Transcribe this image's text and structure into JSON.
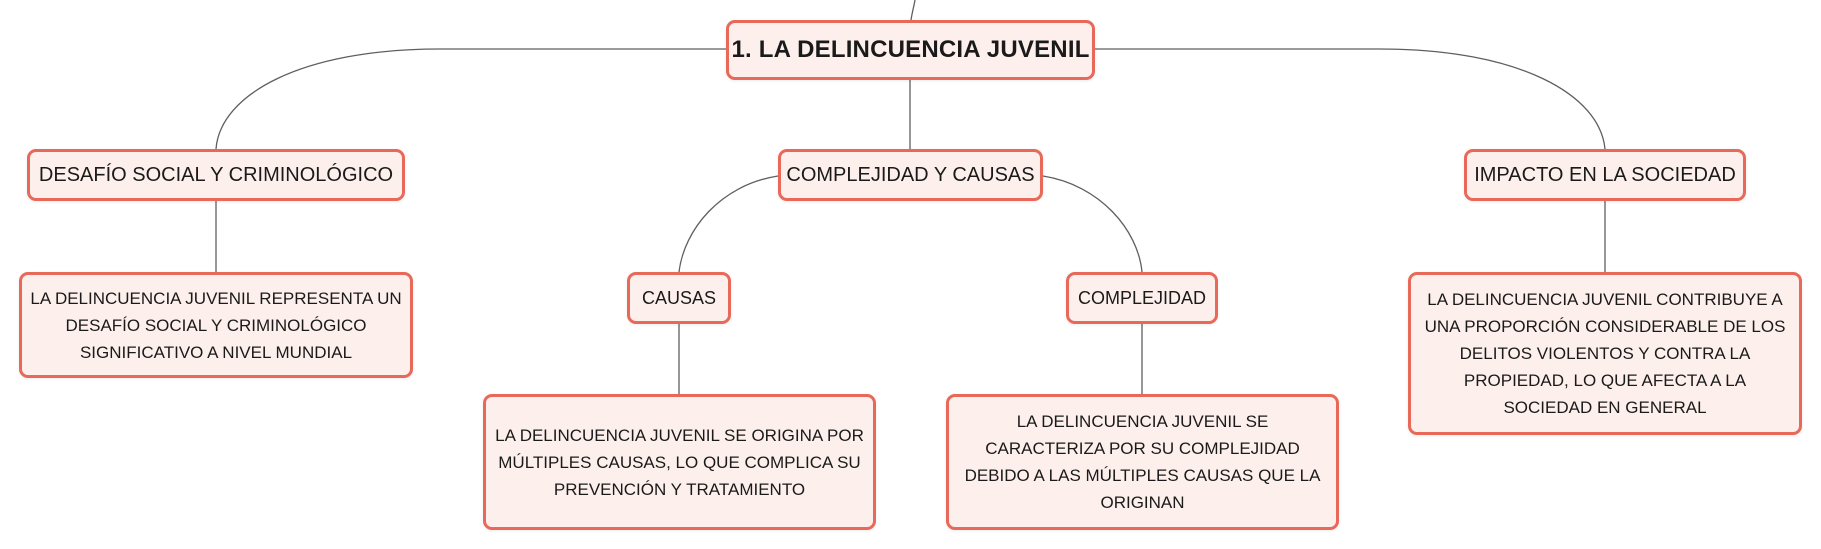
{
  "root": {
    "label": "1. LA DELINCUENCIA JUVENIL"
  },
  "topics": [
    {
      "label": "DESAFÍO SOCIAL Y CRIMINOLÓGICO",
      "detail": "LA DELINCUENCIA JUVENIL REPRESENTA UN DESAFÍO SOCIAL Y CRIMINOLÓGICO SIGNIFICATIVO A NIVEL MUNDIAL"
    },
    {
      "label": "COMPLEJIDAD Y CAUSAS",
      "children": [
        {
          "label": "CAUSAS",
          "detail": "LA DELINCUENCIA JUVENIL SE ORIGINA POR MÚLTIPLES CAUSAS, LO QUE COMPLICA SU PREVENCIÓN Y TRATAMIENTO"
        },
        {
          "label": "COMPLEJIDAD",
          "detail": "LA DELINCUENCIA JUVENIL SE CARACTERIZA POR SU COMPLEJIDAD DEBIDO A LAS MÚLTIPLES CAUSAS QUE LA ORIGINAN"
        }
      ]
    },
    {
      "label": "IMPACTO EN LA SOCIEDAD",
      "detail": "LA DELINCUENCIA JUVENIL CONTRIBUYE A UNA PROPORCIÓN CONSIDERABLE DE LOS DELITOS VIOLENTOS Y CONTRA LA PROPIEDAD, LO QUE AFECTA A LA SOCIEDAD EN GENERAL"
    }
  ],
  "colors": {
    "node_border": "#e8685a",
    "node_fill": "#fdf0ec",
    "connector": "#5f5f5f"
  }
}
